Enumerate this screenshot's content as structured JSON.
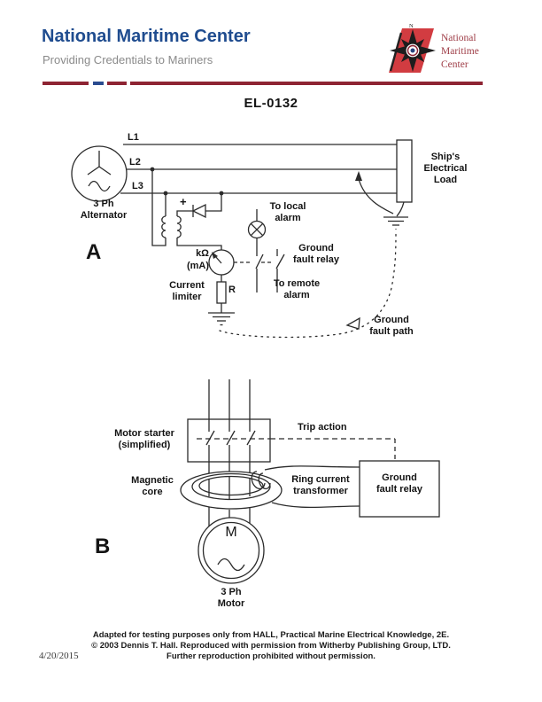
{
  "header": {
    "title": "National Maritime Center",
    "subtitle": "Providing Credentials to Mariners",
    "logo": {
      "line1": "National",
      "line2": "Maritime",
      "line3": "Center",
      "compass_n": "N"
    },
    "colors": {
      "title_blue": "#1f4c8f",
      "subtitle_gray": "#8a8a8a",
      "rule_red": "#8e2433",
      "rule_blue": "#2a4b8f",
      "logo_red": "#d23c41",
      "logo_text_maroon": "#9e3c46"
    }
  },
  "document": {
    "code": "EL-0132",
    "date": "4/20/2015",
    "footer": {
      "line1": "Adapted for testing purposes only from HALL, Practical Marine Electrical Knowledge, 2E.",
      "line2": "© 2003 Dennis T. Hall. Reproduced with permission from Witherby Publishing Group, LTD.",
      "line3": "Further reproduction prohibited without permission."
    }
  },
  "diagram_a": {
    "section_label": "A",
    "phase_l1": "L1",
    "phase_l2": "L2",
    "phase_l3": "L3",
    "alternator": {
      "line1": "3 Ph",
      "line2": "Alternator"
    },
    "load": {
      "line1": "Ship's",
      "line2": "Electrical",
      "line3": "Load"
    },
    "local_alarm": {
      "line1": "To local",
      "line2": "alarm"
    },
    "relay": {
      "line1": "Ground",
      "line2": "fault relay"
    },
    "remote_alarm": {
      "line1": "To remote",
      "line2": "alarm"
    },
    "meter": {
      "line1": "kΩ",
      "line2": "(mA)"
    },
    "limiter": {
      "line1": "Current",
      "line2": "limiter"
    },
    "resistor": "R",
    "polarity": "+",
    "fault_path": {
      "line1": "Ground",
      "line2": "fault path"
    }
  },
  "diagram_b": {
    "section_label": "B",
    "starter": {
      "line1": "Motor starter",
      "line2": "(simplified)"
    },
    "trip": "Trip action",
    "core": {
      "line1": "Magnetic",
      "line2": "core"
    },
    "ring_ct": {
      "line1": "Ring current",
      "line2": "transformer"
    },
    "relay": {
      "line1": "Ground",
      "line2": "fault relay"
    },
    "motor_symbol": "M",
    "motor": {
      "line1": "3 Ph",
      "line2": "Motor"
    }
  }
}
